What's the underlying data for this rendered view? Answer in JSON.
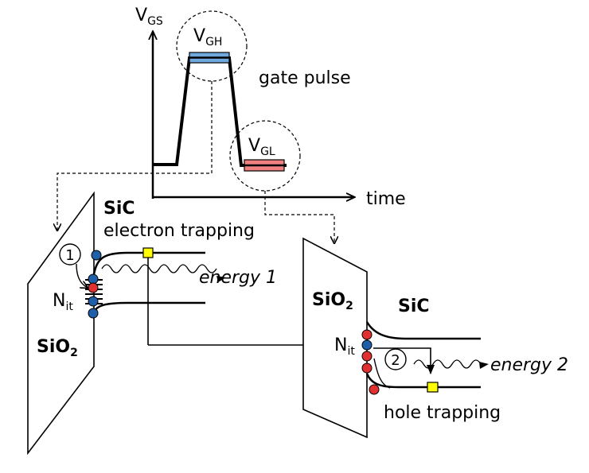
{
  "pulse": {
    "y_axis": "V",
    "y_axis_sub": "GS",
    "x_axis": "time",
    "title": "gate pulse",
    "vgh": "V",
    "vgh_sub": "GH",
    "vgl": "V",
    "vgl_sub": "GL"
  },
  "left": {
    "sic": "SiC",
    "process": "electron trapping",
    "step": "1",
    "energy": "energy 1",
    "nit": "N",
    "nit_sub": "it",
    "oxide": "SiO",
    "oxide_sub": "2"
  },
  "right": {
    "oxide": "SiO",
    "oxide_sub": "2",
    "sic": "SiC",
    "nit": "N",
    "nit_sub": "it",
    "step": "2",
    "energy": "energy 2",
    "process": "hole trapping"
  },
  "colors": {
    "electron": "#1f5fa8",
    "hole": "#e03030",
    "vgh_fill": "#6fa8dc",
    "vgl_fill": "#f08080",
    "marker": "#ffff00"
  }
}
